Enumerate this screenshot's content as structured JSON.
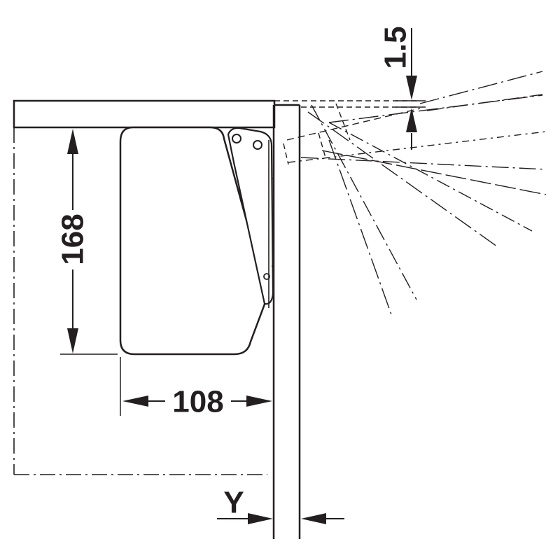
{
  "diagram": {
    "line_color": "#231f20",
    "background_color": "#ffffff",
    "dimensions": {
      "height": "168",
      "width": "108",
      "gap": "1.5",
      "offset": "Y"
    }
  }
}
